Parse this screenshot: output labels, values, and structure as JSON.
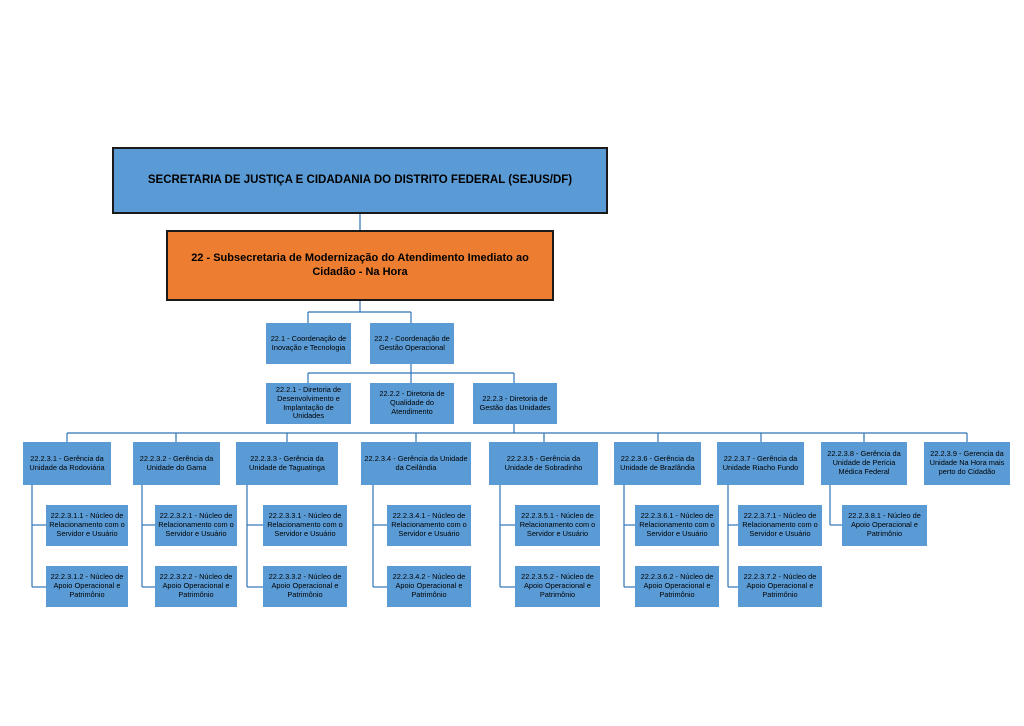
{
  "org": {
    "secretaria": "SECRETARIA DE JUSTIÇA E CIDADANIA DO DISTRITO FEDERAL (SEJUS/DF)",
    "subsecretaria": "22 - Subsecretaria de Modernização do Atendimento Imediato ao Cidadão - Na Hora",
    "coordenacao_1": "22.1 - Coordenação de Inovação e Tecnologia",
    "coordenacao_2": "22.2 - Coordenação de Gestão Operacional",
    "diretoria_1": "22.2.1 - Diretoria de Desenvolvimento e Implantação de Unidades",
    "diretoria_2": "22.2.2 - Diretoria de Qualidade do Atendimento",
    "diretoria_3": "22.2.3 - Diretoria de Gestão das Unidades",
    "gerencias": [
      {
        "name": "22.2.3.1 - Gerência da Unidade da Rodoviária",
        "nucleos": [
          "22.2.3.1.1 - Núcleo de Relacionamento com o Servidor e Usuário",
          "22.2.3.1.2 - Núcleo de Apoio Operacional e Patrimônio"
        ]
      },
      {
        "name": "22.2.3.2 - Gerência da Unidade do Gama",
        "nucleos": [
          "22.2.3.2.1 - Núcleo de Relacionamento com o Servidor e Usuário",
          "22.2.3.2.2 - Núcleo de Apoio Operacional e Patrimônio"
        ]
      },
      {
        "name": "22.2.3.3 - Gerência da Unidade de Taguatinga",
        "nucleos": [
          "22.2.3.3.1 - Núcleo de Relacionamento com o Servidor e Usuário",
          "22.2.3.3.2 - Núcleo de Apoio Operacional e Patrimônio"
        ]
      },
      {
        "name": "22.2.3.4 - Gerência da Unidade da Ceilândia",
        "nucleos": [
          "22.2.3.4.1 - Núcleo de Relacionamento com o Servidor e Usuário",
          "22.2.3.4.2 - Núcleo de Apoio Operacional e Patrimônio"
        ]
      },
      {
        "name": "22.2.3.5 - Gerência da Unidade de Sobradinho",
        "nucleos": [
          "22.2.3.5.1 - Núcleo de Relacionamento com o Servidor e Usuário",
          "22.2.3.5.2 - Núcleo de Apoio Operacional e Patrimônio"
        ]
      },
      {
        "name": "22.2.3.6 - Gerência da Unidade de Brazlândia",
        "nucleos": [
          "22.2.3.6.1 - Núcleo de Relacionamento com o Servidor e Usuário",
          "22.2.3.6.2 - Núcleo de Apoio Operacional e Patrimônio"
        ]
      },
      {
        "name": "22.2.3.7 - Gerência da Unidade Riacho Fundo",
        "nucleos": [
          "22.2.3.7.1 - Núcleo de Relacionamento com o Servidor e Usuário",
          "22.2.3.7.2 - Núcleo de Apoio Operacional e Patrimônio"
        ]
      },
      {
        "name": "22.2.3.8 - Gerência da Unidade de Perícia Médica Federal",
        "nucleos": [
          "22.2.3.8.1 - Núcleo de Apoio Operacional e Patrimônio"
        ]
      },
      {
        "name": "22.2.3.9 - Gerencia da Unidade Na Hora mais perto do Cidadão",
        "nucleos": []
      }
    ]
  },
  "colors": {
    "blue_box": "#5b9bd5",
    "orange_box": "#ed7d31",
    "line": "#2e75b6"
  }
}
